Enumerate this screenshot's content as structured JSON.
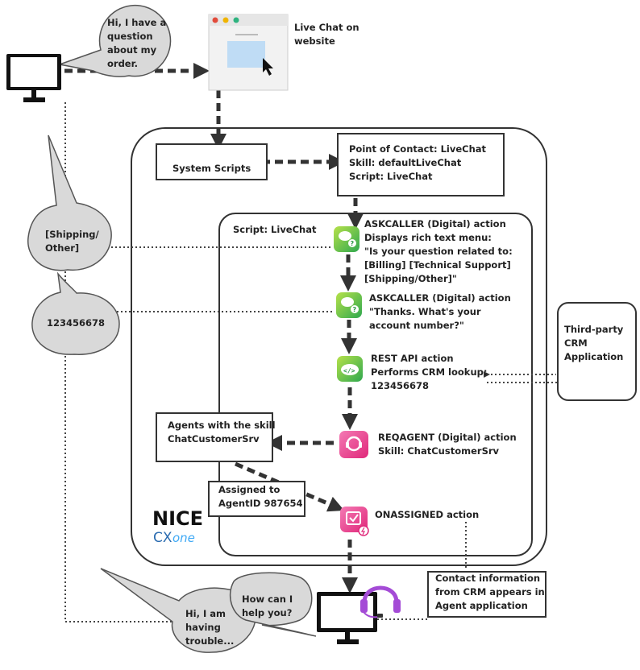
{
  "customer": {
    "bubble": [
      "Hi, I have a",
      "question",
      "about my",
      "order."
    ],
    "menu_reply": [
      "[Shipping/",
      "Other]"
    ],
    "account_reply": "123456678"
  },
  "website": {
    "label": [
      "Live Chat on",
      "website"
    ]
  },
  "system_scripts": "System Scripts",
  "poc": {
    "lines": [
      "Point of Contact: LiveChat",
      "Skill: defaultLiveChat",
      "Script: LiveChat"
    ]
  },
  "script_label": "Script: LiveChat",
  "actions": {
    "askcaller1": [
      "ASKCALLER (Digital) action",
      "Displays rich text menu:",
      "\"Is your question related to:",
      "[Billing] [Technical Support]",
      "[Shipping/Other]\""
    ],
    "askcaller2": [
      "ASKCALLER (Digital) action",
      "\"Thanks. What's your",
      "account number?\""
    ],
    "restapi": [
      "REST API action",
      "Performs CRM lookup:",
      "123456678"
    ],
    "reqagent": [
      "REQAGENT (Digital) action",
      "Skill: ChatCustomerSrv"
    ],
    "onassigned": "ONASSIGNED action"
  },
  "crm": [
    "Third-party",
    "CRM",
    "Application"
  ],
  "agents_skill": [
    "Agents with the skill",
    "ChatCustomerSrv"
  ],
  "assigned": [
    "Assigned to",
    "AgentID 987654"
  ],
  "contact_info": [
    "Contact information",
    "from CRM appears in",
    "Agent application"
  ],
  "agent": {
    "bubble": [
      "How can I",
      "help you?"
    ]
  },
  "customer_reply": [
    "Hi, I am",
    "having",
    "trouble..."
  ],
  "logo": {
    "brand": "NICE",
    "product": "CXone"
  },
  "colors": {
    "accent_green": "#7cc242",
    "accent_pink": "#e0287a",
    "headset": "#a44bd6",
    "stroke": "#333333",
    "bubble_fill": "#d9d9d9"
  }
}
